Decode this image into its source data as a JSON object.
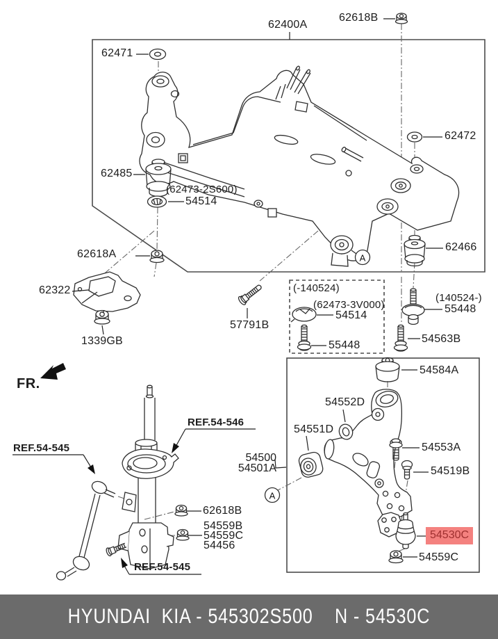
{
  "title": "Hyundai/Kia front suspension crossmember parts diagram",
  "fr": {
    "label": "FR."
  },
  "callouts": {
    "a": "A"
  },
  "refs": {
    "r546": "REF.54-546",
    "r545_upper": "REF.54-545",
    "r545_lower": "REF.54-545"
  },
  "parts": {
    "p62400A": "62400A",
    "p62618B_top": "62618B",
    "p62471": "62471",
    "p62472": "62472",
    "p62485": "62485",
    "p62473_2S600": "(62473-2S600)",
    "p54514_top": "54514",
    "p62618A": "62618A",
    "p62466": "62466",
    "p62322": "62322",
    "p1339GB": "1339GB",
    "p57791B": "57791B",
    "date_before": "(-140524)",
    "p62473_3V000": "(62473-3V000)",
    "p54514_mid": "54514",
    "p55448_left": "55448",
    "date_after": "(140524-)",
    "p55448_right": "55448",
    "p54563B": "54563B",
    "p54584A": "54584A",
    "p54552D": "54552D",
    "p54551D": "54551D",
    "p54553A": "54553A",
    "p54519B": "54519B",
    "p54500": "54500",
    "p54501A": "54501A",
    "p54530C": "54530C",
    "p54559C_right": "54559C",
    "p62618B_lower": "62618B",
    "p54559B": "54559B",
    "p54559C_left": "54559C",
    "p54456": "54456"
  },
  "highlight": {
    "background": "#f4817f",
    "text_color": "#9e2f2f",
    "highlighted_part": "54530C"
  },
  "footer": {
    "text": "HYUNDAI  KIA - 545302S500    N - 54530C",
    "background": "#6b6b6b"
  }
}
